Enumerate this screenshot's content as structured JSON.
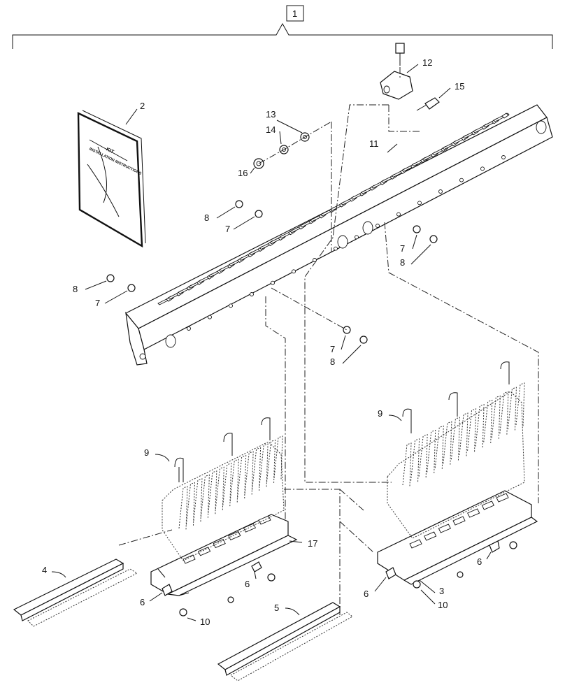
{
  "kit_label": "1",
  "manual": {
    "line1": "KIT",
    "line2": "INSTALLATION INSTRUCTIONS"
  },
  "callouts": {
    "c2": "2",
    "c3": "3",
    "c4": "4",
    "c5": "5",
    "c6a": "6",
    "c6b": "6",
    "c6c": "6",
    "c6d": "6",
    "c7a": "7",
    "c7b": "7",
    "c7c": "7",
    "c7d": "7",
    "c8a": "8",
    "c8b": "8",
    "c8c": "8",
    "c8d": "8",
    "c9a": "9",
    "c9b": "9",
    "c10a": "10",
    "c10b": "10",
    "c11": "11",
    "c12": "12",
    "c13": "13",
    "c14": "14",
    "c15": "15",
    "c16": "16",
    "c17": "17"
  }
}
